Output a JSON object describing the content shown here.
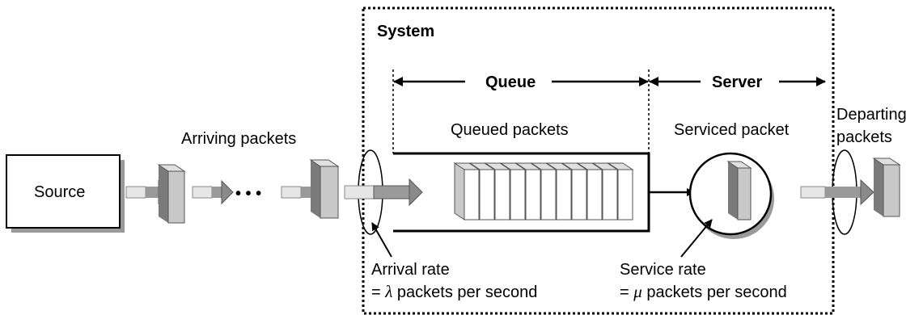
{
  "system": {
    "title": "System"
  },
  "queue": {
    "label": "Queue"
  },
  "server": {
    "label": "Server"
  },
  "source": {
    "label": "Source"
  },
  "arriving": {
    "label": "Arriving packets"
  },
  "queued": {
    "label": "Queued packets"
  },
  "serviced": {
    "label": "Serviced packet"
  },
  "departing": {
    "line1": "Departing",
    "line2": "packets"
  },
  "ellipsis": "• • •",
  "arrival_rate": {
    "line1": "Arrival rate",
    "prefix": "= ",
    "symbol": "λ",
    "suffix": " packets per second"
  },
  "service_rate": {
    "line1": "Service rate",
    "prefix": "= ",
    "symbol": "μ",
    "suffix": " packets per second"
  },
  "colors": {
    "packet_face": "#c8c8c8",
    "packet_edge": "#9a9a9a",
    "shadow": "#9a9a9a",
    "stub": "#e6e6e6"
  }
}
